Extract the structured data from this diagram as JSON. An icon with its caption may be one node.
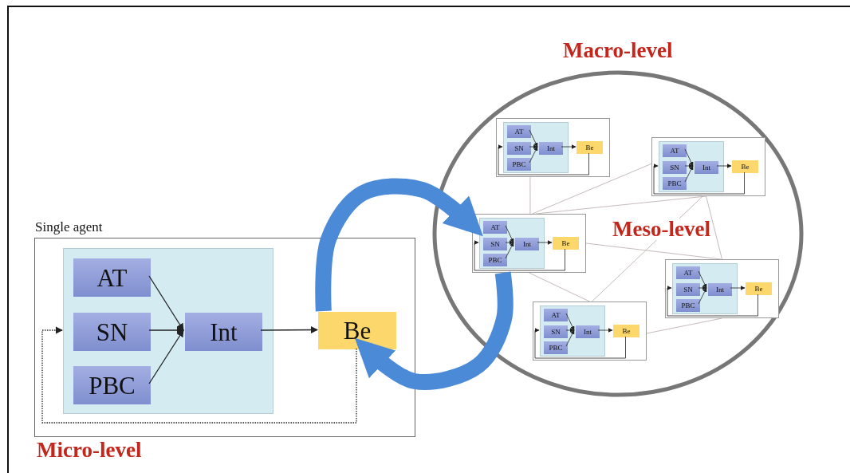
{
  "diagram": {
    "nodes": [
      {
        "text": [
          "Single agent"
        ],
        "beside": [
          "Micro-level"
        ]
      },
      {
        "text": [],
        "shape": "box",
        "in": 0
      },
      {
        "text": [
          "AT"
        ],
        "in": 1
      },
      {
        "text": [
          "SN"
        ],
        "in": 1
      },
      {
        "text": [
          "PBC"
        ],
        "in": 1
      },
      {
        "text": [
          "Int"
        ],
        "in": 1
      },
      {
        "text": [
          "Be"
        ],
        "in": 0
      },
      {
        "text": [
          "Macro-level",
          "Meso-level"
        ]
      },
      {
        "text": [],
        "shape": "box",
        "in": 7
      },
      {
        "text": [],
        "shape": "box",
        "in": 8
      },
      {
        "text": [
          "AT"
        ],
        "in": 9
      },
      {
        "text": [
          "SN"
        ],
        "in": 9
      },
      {
        "text": [
          "PBC"
        ],
        "in": 9
      },
      {
        "text": [
          "Int"
        ],
        "in": 9
      },
      {
        "text": [
          "Be"
        ],
        "in": 8
      },
      {
        "text": [],
        "shape": "box",
        "in": 7
      },
      {
        "text": [],
        "shape": "box",
        "in": 15
      },
      {
        "text": [
          "AT"
        ],
        "in": 16
      },
      {
        "text": [
          "SN"
        ],
        "in": 16
      },
      {
        "text": [
          "PBC"
        ],
        "in": 16
      },
      {
        "text": [
          "Int"
        ],
        "in": 16
      },
      {
        "text": [
          "Be"
        ],
        "in": 15
      },
      {
        "text": [],
        "shape": "box",
        "in": 7
      },
      {
        "text": [],
        "shape": "box",
        "in": 22
      },
      {
        "text": [
          "AT"
        ],
        "in": 23
      },
      {
        "text": [
          "SN"
        ],
        "in": 23
      },
      {
        "text": [
          "PBC"
        ],
        "in": 23
      },
      {
        "text": [
          "Int"
        ],
        "in": 23
      },
      {
        "text": [
          "Be"
        ],
        "in": 22
      },
      {
        "text": [],
        "shape": "box",
        "in": 7
      },
      {
        "text": [],
        "shape": "box",
        "in": 29
      },
      {
        "text": [
          "AT"
        ],
        "in": 30
      },
      {
        "text": [
          "SN"
        ],
        "in": 30
      },
      {
        "text": [
          "PBC"
        ],
        "in": 30
      },
      {
        "text": [
          "Int"
        ],
        "in": 30
      },
      {
        "text": [
          "Be"
        ],
        "in": 29
      },
      {
        "text": [],
        "shape": "box",
        "in": 7
      },
      {
        "text": [],
        "shape": "box",
        "in": 36
      },
      {
        "text": [
          "AT"
        ],
        "in": 37
      },
      {
        "text": [
          "SN"
        ],
        "in": 37
      },
      {
        "text": [
          "PBC"
        ],
        "in": 37
      },
      {
        "text": [
          "Int"
        ],
        "in": 37
      },
      {
        "text": [
          "Be"
        ],
        "in": 36
      }
    ],
    "edges": [
      {
        "from": 2,
        "to": 5,
        "arrow": "to"
      },
      {
        "from": 3,
        "to": 5,
        "arrow": "to"
      },
      {
        "from": 4,
        "to": 5,
        "arrow": "to"
      },
      {
        "from": 5,
        "to": 6,
        "arrow": "to"
      },
      {
        "from": 6,
        "to": 1,
        "arrow": "to",
        "style": "dashed"
      },
      {
        "from": 10,
        "to": 13,
        "arrow": "to"
      },
      {
        "from": 11,
        "to": 13,
        "arrow": "to"
      },
      {
        "from": 12,
        "to": 13,
        "arrow": "to"
      },
      {
        "from": 13,
        "to": 14,
        "arrow": "to"
      },
      {
        "from": 14,
        "to": 9,
        "arrow": "to"
      },
      {
        "from": 17,
        "to": 20,
        "arrow": "to"
      },
      {
        "from": 18,
        "to": 20,
        "arrow": "to"
      },
      {
        "from": 19,
        "to": 20,
        "arrow": "to"
      },
      {
        "from": 20,
        "to": 21,
        "arrow": "to"
      },
      {
        "from": 21,
        "to": 16,
        "arrow": "to"
      },
      {
        "from": 24,
        "to": 27,
        "arrow": "to"
      },
      {
        "from": 25,
        "to": 27,
        "arrow": "to"
      },
      {
        "from": 26,
        "to": 27,
        "arrow": "to"
      },
      {
        "from": 27,
        "to": 28,
        "arrow": "to"
      },
      {
        "from": 28,
        "to": 23,
        "arrow": "to"
      },
      {
        "from": 31,
        "to": 34,
        "arrow": "to"
      },
      {
        "from": 32,
        "to": 34,
        "arrow": "to"
      },
      {
        "from": 33,
        "to": 34,
        "arrow": "to"
      },
      {
        "from": 34,
        "to": 35,
        "arrow": "to"
      },
      {
        "from": 35,
        "to": 30,
        "arrow": "to"
      },
      {
        "from": 38,
        "to": 41,
        "arrow": "to"
      },
      {
        "from": 39,
        "to": 41,
        "arrow": "to"
      },
      {
        "from": 40,
        "to": 41,
        "arrow": "to"
      },
      {
        "from": 41,
        "to": 42,
        "arrow": "to"
      },
      {
        "from": 42,
        "to": 37,
        "arrow": "to"
      },
      {
        "from": 8,
        "to": 22,
        "arrow": "none",
        "color": "#b8a8a8"
      },
      {
        "from": 22,
        "to": 15,
        "arrow": "none",
        "color": "#b8a8a8"
      },
      {
        "from": 22,
        "to": 15,
        "arrow": "none",
        "color": "#b8a8a8"
      },
      {
        "from": 15,
        "to": 29,
        "arrow": "none",
        "color": "#b8a8a8"
      },
      {
        "from": 15,
        "to": 36,
        "arrow": "none",
        "color": "#b8a8a8"
      },
      {
        "from": 22,
        "to": 29,
        "arrow": "none",
        "color": "#b8a8a8"
      },
      {
        "from": 22,
        "to": 36,
        "arrow": "none",
        "color": "#b8a8a8"
      },
      {
        "from": 36,
        "to": 29,
        "arrow": "none",
        "color": "#b8a8a8"
      },
      {
        "from": 6,
        "to": 22,
        "arrow": "to",
        "style": "thick",
        "color": "#4a8ad6"
      },
      {
        "from": 22,
        "to": 6,
        "arrow": "to",
        "style": "thick",
        "color": "#4a8ad6"
      }
    ]
  }
}
